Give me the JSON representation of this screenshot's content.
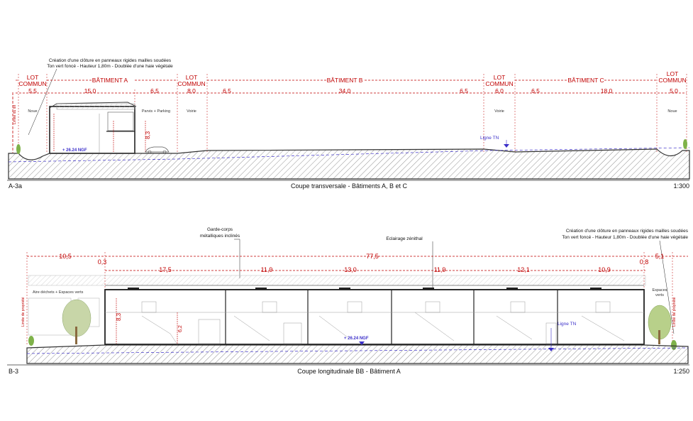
{
  "section1": {
    "code": "A-3a",
    "title": "Coupe transversale - Bâtiments A, B et C",
    "scale": "1:300",
    "note_line1": "Création d'une clôture en panneaux rigides mailles soudées",
    "note_line2": "Ton vert foncé - Hauteur 1,80m - Doublée d'une haie végétale",
    "labels": {
      "lot1_a": "LOT",
      "lot1_b": "COMMUN",
      "batA": "BÂTIMENT A",
      "lot2_a": "LOT",
      "lot2_b": "COMMUN",
      "batB": "BÂTIMENT B",
      "lot3_a": "LOT",
      "lot3_b": "COMMUN",
      "batC": "BÂTIMENT C",
      "lot4_a": "LOT",
      "lot4_b": "COMMUN"
    },
    "dims": [
      "5,5",
      "15,0",
      "6,5",
      "8,0",
      "6,5",
      "34,0",
      "6,5",
      "6,0",
      "6,5",
      "18,0",
      "5,0"
    ],
    "height": "8,3",
    "zones": {
      "noue1": "Noue",
      "parking": "Parvis + Parking",
      "voirie1": "Voirie",
      "voirie2": "Voirie",
      "noue2": "Noue"
    },
    "limite": "Limite du lot",
    "ngf": "+ 26.24 NGF",
    "ligne_tn": "Ligne TN"
  },
  "section2": {
    "code": "B-3",
    "title": "Coupe longitudinale BB - Bâtiment A",
    "scale": "1:250",
    "garde_corps_1": "Garde-corps",
    "garde_corps_2": "métalliques inclinés",
    "eclairage": "Eclairage zénithal",
    "note_line1": "Création d'une clôture en panneaux rigides mailles soudées",
    "note_line2": "Ton vert foncé - Hauteur 1,80m - Doublée d'une haie végétale",
    "top_dims": [
      "10,5",
      "77,5",
      "5,1"
    ],
    "sub_dims": [
      "0,3",
      "17,5",
      "11,9",
      "13,0",
      "11,9",
      "12,1",
      "10,9",
      "0,8"
    ],
    "aire": "Aire déchets + Espaces verts",
    "espaces": "Espaces",
    "verts": "verts",
    "height1": "8,3",
    "height2": "6,2",
    "limite": "Limite de propriété",
    "ngf": "+ 26.24 NGF",
    "ligne_tn": "Ligne TN"
  },
  "colors": {
    "dimension": "#c00000",
    "annotation": "#3b2fc9",
    "tree": "#7fb24a",
    "ground": "#555555"
  }
}
